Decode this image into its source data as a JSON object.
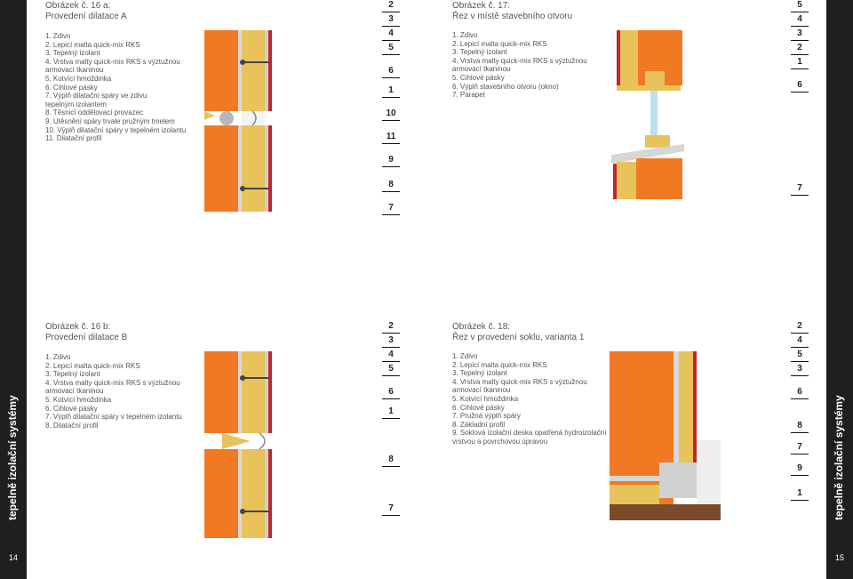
{
  "sidebar_left": {
    "label": "tepelně izolační systémy",
    "page": "14"
  },
  "sidebar_right": {
    "label": "tepelně izolační systémy",
    "page": "15"
  },
  "fig16a": {
    "title": "Obrázek č. 16 a:",
    "subtitle": "Provedení dilatace A",
    "items": [
      "1.  Zdivo",
      "2.  Lepicí malta quick-mix RKS",
      "3.  Tepelný izolant",
      "4.  Vrstva malty quick-mix RKS s výztužnou",
      "     armovací tkaninou",
      "5.  Kotvící hmoždinka",
      "6.  Cihlové pásky",
      "7.  Výplň dilatační spáry ve zdivu",
      "     tepelným izolantem",
      "8.  Těsnicí oddělovací provazec",
      "9.  Utěsnění spáry trvale pružným tmelem",
      "10. Výplň dilatační spáry v tepelném izolantu",
      "11. Dilatační profil"
    ],
    "callouts": [
      "2",
      "3",
      "4",
      "5",
      "6",
      "1",
      "10",
      "11",
      "9",
      "8",
      "7"
    ]
  },
  "fig17": {
    "title": "Obrázek č. 17:",
    "subtitle": "Řez v místě stavebního otvoru",
    "items": [
      "1. Zdivo",
      "2. Lepicí malta quick-mix RKS",
      "3. Tepelný izolant",
      "4. Vrstva malty quick-mix RKS s výztužnou",
      "    armovací tkaninou",
      "5. Cihlové pásky",
      "6. Výplň stavebního otvoru (okno)",
      "7. Parapet"
    ],
    "callouts": [
      "5",
      "4",
      "3",
      "2",
      "1",
      "6",
      "7"
    ]
  },
  "fig16b": {
    "title": "Obrázek č. 16 b:",
    "subtitle": "Provedení dilatace B",
    "items": [
      "1. Zdivo",
      "2. Lepicí malta quick-mix RKS",
      "3. Tepelný izolant",
      "4. Vrstva malty quick-mix RKS s výztužnou",
      "    armovací tkaninou",
      "5. Kotvící hmoždinka",
      "6. Cihlové pásky",
      "7. Výplň dilatační spáry v tepelném izolantu",
      "8. Dilatační profil"
    ],
    "callouts": [
      "2",
      "3",
      "4",
      "5",
      "6",
      "1",
      "8",
      "7"
    ]
  },
  "fig18": {
    "title": "Obrázek č. 18:",
    "subtitle": "Řez v provedení soklu, varianta 1",
    "items": [
      "1. Zdivo",
      "2. Lepicí malta quick-mix RKS",
      "3. Tepelný izolant",
      "4. Vrstva malty quick-mix RKS s výztužnou",
      "    armovací tkaninou",
      "5. Kotvící hmoždinka",
      "6. Cihlové pásky",
      "7. Pružná výplň spáry",
      "8. Základní profil",
      "9. Soklová izolační deska opatřená hydroizolační",
      "    vrstvou a povrchovou úpravou"
    ],
    "callouts": [
      "2",
      "4",
      "5",
      "3",
      "6",
      "8",
      "7",
      "9",
      "1"
    ]
  },
  "colors": {
    "brick": "#f07a24",
    "insulation": "#e8c25a",
    "tile": "#c0272d",
    "sidebar": "#1f1f1f"
  }
}
